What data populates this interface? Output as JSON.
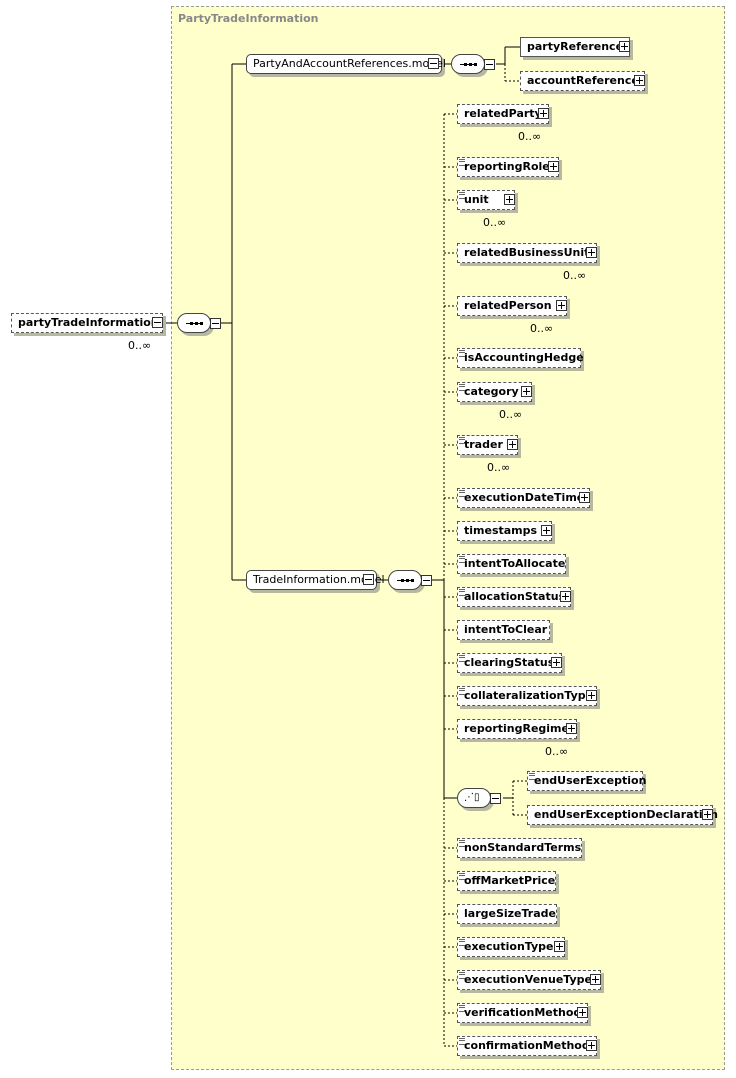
{
  "group_title": "PartyTradeInformation",
  "root": {
    "name": "partyTradeInformation",
    "cardinality": "0..∞"
  },
  "groups": {
    "party_and_account_refs": "PartyAndAccountReferences.model",
    "trade_information": "TradeInformation.model"
  },
  "party_refs": {
    "party_reference": "partyReference",
    "account_reference": "accountReference"
  },
  "elements": [
    {
      "name": "relatedParty",
      "cardinality": "0..∞"
    },
    {
      "name": "reportingRole",
      "cardinality": ""
    },
    {
      "name": "unit",
      "cardinality": "0..∞"
    },
    {
      "name": "relatedBusinessUnit",
      "cardinality": "0..∞"
    },
    {
      "name": "relatedPerson",
      "cardinality": "0..∞"
    },
    {
      "name": "isAccountingHedge",
      "cardinality": ""
    },
    {
      "name": "category",
      "cardinality": "0..∞"
    },
    {
      "name": "trader",
      "cardinality": "0..∞"
    },
    {
      "name": "executionDateTime",
      "cardinality": ""
    },
    {
      "name": "timestamps",
      "cardinality": ""
    },
    {
      "name": "intentToAllocate",
      "cardinality": ""
    },
    {
      "name": "allocationStatus",
      "cardinality": ""
    },
    {
      "name": "intentToClear",
      "cardinality": ""
    },
    {
      "name": "clearingStatus",
      "cardinality": ""
    },
    {
      "name": "collateralizationType",
      "cardinality": ""
    },
    {
      "name": "reportingRegime",
      "cardinality": "0..∞"
    }
  ],
  "choice": {
    "end_user_exception": "endUserException",
    "end_user_exception_declaration": "endUserExceptionDeclaration"
  },
  "elements_after": [
    {
      "name": "nonStandardTerms"
    },
    {
      "name": "offMarketPrice"
    },
    {
      "name": "largeSizeTrade"
    },
    {
      "name": "executionType"
    },
    {
      "name": "executionVenueType"
    },
    {
      "name": "verificationMethod"
    },
    {
      "name": "confirmationMethod"
    }
  ],
  "colors": {
    "group_background": "#ffffcc",
    "group_border": "#999999",
    "title": "#888888"
  }
}
